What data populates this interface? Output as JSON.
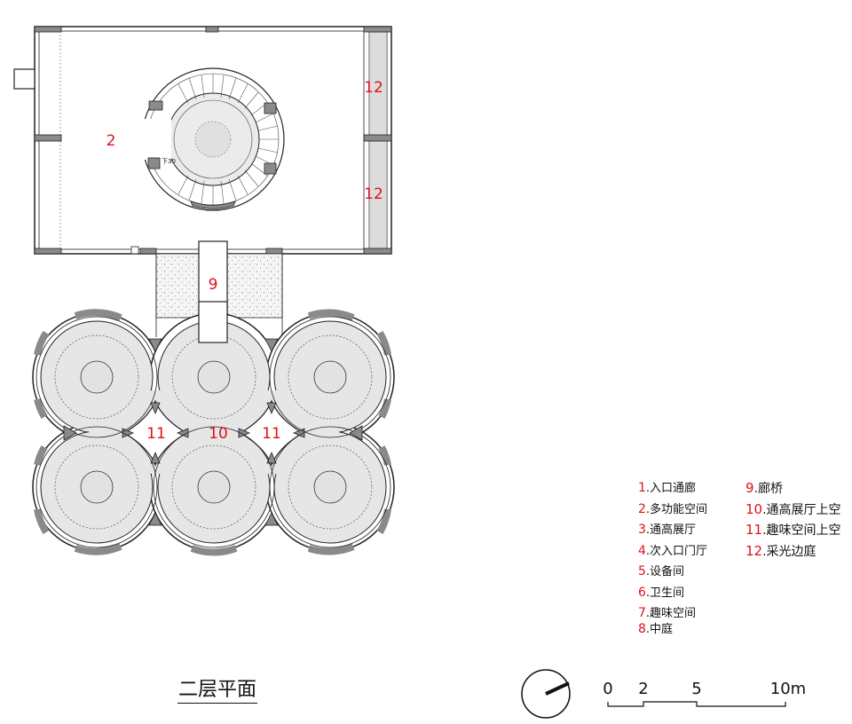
{
  "drawing_title": "二层平面",
  "room_numbers": {
    "r2": "2",
    "r12a": "12",
    "r12b": "12",
    "r9": "9",
    "r11a": "11",
    "r10": "10",
    "r11b": "11"
  },
  "stair_label": "下30",
  "legend": {
    "col_a": [
      {
        "num": "1",
        "text": ".入口通廊"
      },
      {
        "num": "2",
        "text": ".多功能空间"
      },
      {
        "num": "3",
        "text": ".通高展厅"
      },
      {
        "num": "4",
        "text": ".次入口门厅"
      },
      {
        "num": "5",
        "text": ".设备间"
      },
      {
        "num": "6",
        "text": ".卫生间"
      },
      {
        "num": "7",
        "text": ".趣味空间"
      },
      {
        "num": "8",
        "text": ".中庭"
      }
    ],
    "col_b": [
      {
        "num": "9",
        "text": ".廊桥"
      },
      {
        "num": "10",
        "text": ".通高展厅上空"
      },
      {
        "num": "11",
        "text": ".趣味空间上空"
      },
      {
        "num": "12",
        "text": ".采光边庭"
      }
    ]
  },
  "scale_bar": {
    "ticks": [
      "0",
      "2",
      "5",
      "10m"
    ]
  },
  "colors": {
    "label_red": "#e0101a",
    "floor_fill": "#e6e6e6",
    "wall_fill": "#8a8a8a",
    "line": "#222222"
  },
  "icons": [
    "north-arrow-icon"
  ]
}
